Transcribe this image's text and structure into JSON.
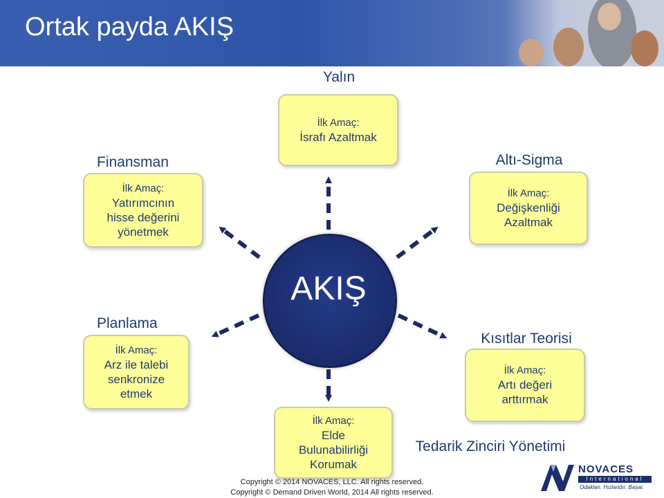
{
  "slide": {
    "title": "Ortak payda AKIŞ",
    "hub_label": "AKIŞ"
  },
  "methods": {
    "lean": {
      "label": "Yalın",
      "goal_heading": "İlk Amaç:",
      "goal_lines": [
        "İsrafı Azaltmak"
      ]
    },
    "finance": {
      "label": "Finansman",
      "goal_heading": "İlk Amaç:",
      "goal_lines": [
        "Yatırımcının",
        "hisse değerini",
        "yönetmek"
      ]
    },
    "six_sigma": {
      "label": "Altı-Sigma",
      "goal_heading": "İlk Amaç:",
      "goal_lines": [
        "Değişkenliği",
        "Azaltmak"
      ]
    },
    "planning": {
      "label": "Planlama",
      "goal_heading": "İlk Amaç:",
      "goal_lines": [
        "Arz ile talebi",
        "senkronize",
        "etmek"
      ]
    },
    "toc": {
      "label": "Kısıtlar Teorisi",
      "goal_heading": "İlk Amaç:",
      "goal_lines": [
        "Artı değeri",
        "arttırmak"
      ]
    },
    "scm": {
      "label": "Tedarik Zinciri Yönetimi",
      "goal_heading": "İlk Amaç:",
      "goal_lines": [
        "Elde",
        "Bulunabilirliği",
        "Korumak"
      ]
    }
  },
  "footer": {
    "line1": "Copyright © 2014 NOVACES, LLC. All rights reserved.",
    "line2": "Copyright © Demand Driven World, 2014  All rights reserved."
  },
  "logo": {
    "name": "NOVACES",
    "sub": "International",
    "tagline": "Odaklan. Hızlandır. Başar."
  },
  "colors": {
    "header": "#2f55a8",
    "box_fill": "#ffff99",
    "label_text": "#1f3a6b",
    "hub": "#1b2c6d",
    "arrow": "#1c2a5e"
  }
}
